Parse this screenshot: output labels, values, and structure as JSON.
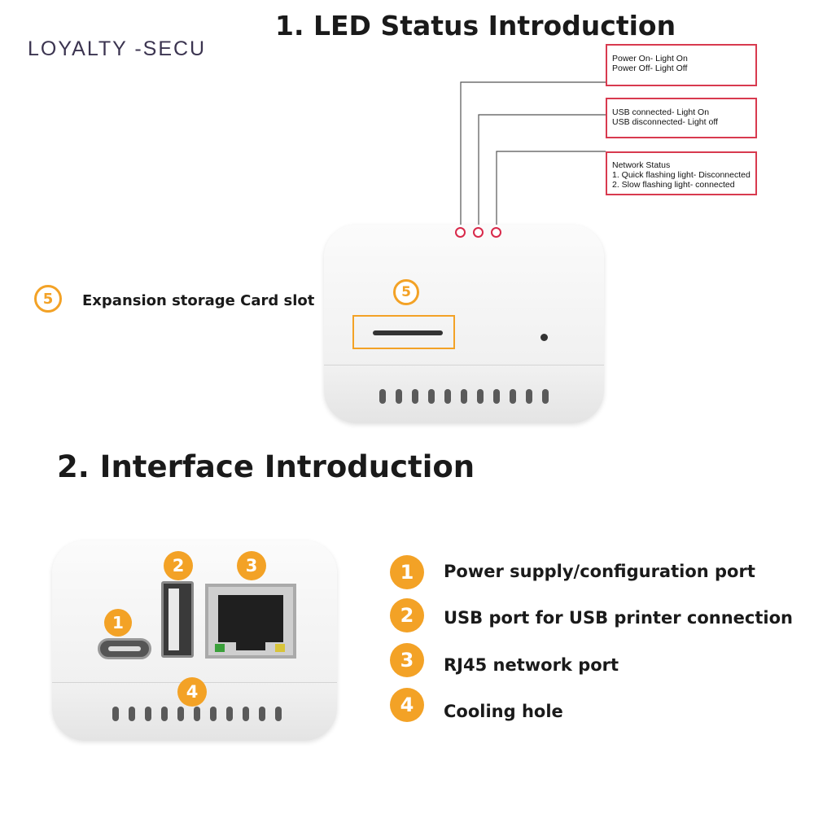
{
  "brand": "LOYALTY -SECU",
  "section1": {
    "title": "1. LED Status Introduction",
    "callouts": [
      {
        "line1": "Power On- Light On",
        "line2": "Power Off- Light Off"
      },
      {
        "line1": "USB connected- Light On",
        "line2": "USB disconnected- Light off"
      },
      {
        "line1": "Network Status",
        "line2": "1. Quick flashing light- Disconnected",
        "line3": "2. Slow flashing light- connected"
      }
    ],
    "slot_marker": "5",
    "slot_label": "Expansion storage Card slot"
  },
  "section2": {
    "title": "2. Interface Introduction",
    "items": [
      {
        "num": "1",
        "label": "Power supply/configuration port"
      },
      {
        "num": "2",
        "label": "USB port for USB printer connection"
      },
      {
        "num": "3",
        "label": "RJ45 network port"
      },
      {
        "num": "4",
        "label": "Cooling hole"
      }
    ]
  },
  "colors": {
    "accent": "#f3a226",
    "callout_border": "#d83a4f",
    "led_ring": "#d8294a"
  }
}
